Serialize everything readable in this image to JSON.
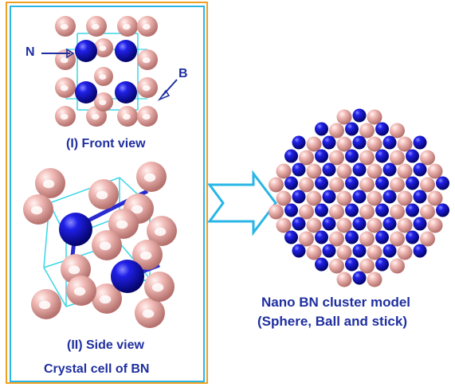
{
  "diagram": {
    "front_view_caption": "(I) Front view",
    "side_view_caption": "(II) Side view",
    "panel_caption": "Crystal cell of BN",
    "label_n": "N",
    "label_b": "B",
    "cluster_caption_line1": "Nano BN cluster model",
    "cluster_caption_line2": "(Sphere, Ball and stick)"
  },
  "colors": {
    "outer_frame": "#f0a020",
    "inner_frame": "#29b6e6",
    "cell_edges": "#3ad6e6",
    "boron": "#e8a8a4",
    "nitrogen": "#1a1ad8",
    "text": "#1f2fa0",
    "arrow": "#29b6e6"
  }
}
